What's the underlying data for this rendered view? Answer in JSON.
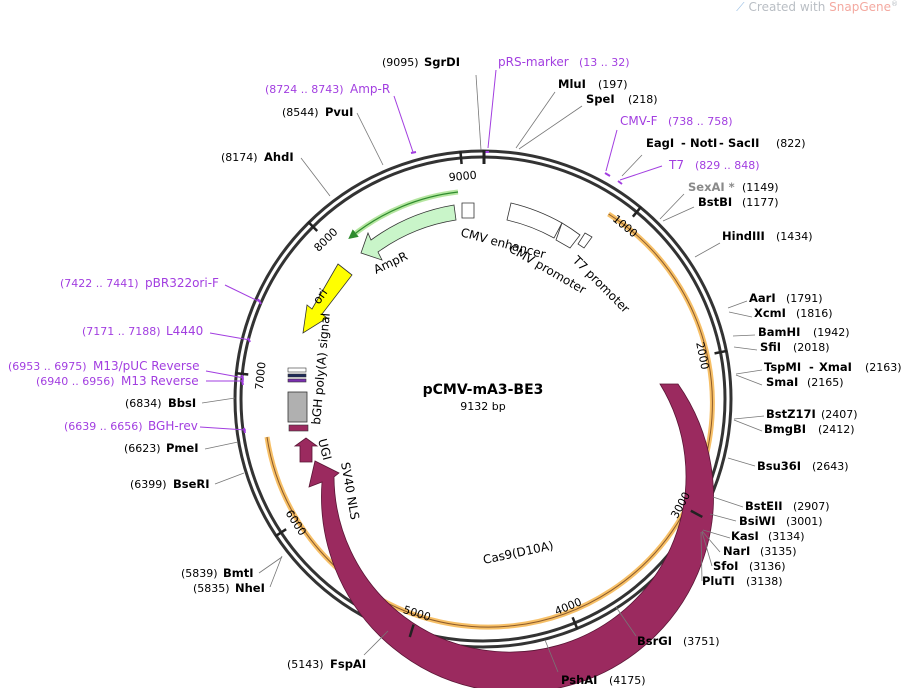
{
  "watermark": {
    "prefix": "Created with ",
    "brand": "SnapGene",
    "reg": "®"
  },
  "plasmid": {
    "name": "pCMV-mA3-BE3",
    "size_label": "9132 bp",
    "length": 9132
  },
  "ticks": [
    "1000",
    "2000",
    "3000",
    "4000",
    "5000",
    "6000",
    "7000",
    "8000",
    "9000"
  ],
  "sites": [
    {
      "name": "SgrDI",
      "pos": "(9095)"
    },
    {
      "name": "MluI",
      "pos": "(197)"
    },
    {
      "name": "SpeI",
      "pos": "(218)"
    },
    {
      "name": "EagI",
      "name2": "NotI",
      "name3": "SacII",
      "pos": "(822)"
    },
    {
      "name": "SexAI *",
      "pos": "(1149)"
    },
    {
      "name": "BstBI",
      "pos": "(1177)"
    },
    {
      "name": "HindIII",
      "pos": "(1434)"
    },
    {
      "name": "AarI",
      "pos": "(1791)"
    },
    {
      "name": "XcmI",
      "pos": "(1816)"
    },
    {
      "name": "BamHI",
      "pos": "(1942)"
    },
    {
      "name": "SfiI",
      "pos": "(2018)"
    },
    {
      "name": "TspMI",
      "name2": "XmaI",
      "pos": "(2163)"
    },
    {
      "name": "SmaI",
      "pos": "(2165)"
    },
    {
      "name": "BstZ17I",
      "pos": "(2407)"
    },
    {
      "name": "BmgBI",
      "pos": "(2412)"
    },
    {
      "name": "Bsu36I",
      "pos": "(2643)"
    },
    {
      "name": "BstEII",
      "pos": "(2907)"
    },
    {
      "name": "BsiWI",
      "pos": "(3001)"
    },
    {
      "name": "KasI",
      "pos": "(3134)"
    },
    {
      "name": "NarI",
      "pos": "(3135)"
    },
    {
      "name": "SfoI",
      "pos": "(3136)"
    },
    {
      "name": "PluTI",
      "pos": "(3138)"
    },
    {
      "name": "BsrGI",
      "pos": "(3751)"
    },
    {
      "name": "PshAI",
      "pos": "(4175)"
    },
    {
      "name": "FspAI",
      "pos": "(5143)"
    },
    {
      "name": "BmtI",
      "pos": "(5839)"
    },
    {
      "name": "NheI",
      "pos": "(5835)"
    },
    {
      "name": "BseRI",
      "pos": "(6399)"
    },
    {
      "name": "PmeI",
      "pos": "(6623)"
    },
    {
      "name": "BbsI",
      "pos": "(6834)"
    },
    {
      "name": "AhdI",
      "pos": "(8174)"
    },
    {
      "name": "PvuI",
      "pos": "(8544)"
    }
  ],
  "primers": [
    {
      "name": "pRS-marker",
      "pos": "(13 .. 32)"
    },
    {
      "name": "CMV-F",
      "pos": "(738 .. 758)"
    },
    {
      "name": "T7",
      "pos": "(829 .. 848)"
    },
    {
      "name": "Amp-R",
      "pos": "(8724 .. 8743)"
    },
    {
      "name": "pBR322ori-F",
      "pos": "(7422 .. 7441)"
    },
    {
      "name": "L4440",
      "pos": "(7171 .. 7188)"
    },
    {
      "name": "M13/pUC Reverse",
      "pos": "(6953 .. 6975)"
    },
    {
      "name": "M13 Reverse",
      "pos": "(6940 .. 6956)"
    },
    {
      "name": "BGH-rev",
      "pos": "(6639 .. 6656)"
    }
  ],
  "features": {
    "cmv_enhancer": "CMV enhancer",
    "cmv_promoter": "CMV promoter",
    "t7_promoter": "T7 promoter",
    "ampr": "AmpR",
    "ori": "ori",
    "bgh": "bGH poly(A) signal",
    "sv40": "SV40 NLS",
    "ugi": "UGI",
    "cas9": "Cas9(D10A)"
  },
  "colors": {
    "backbone": "#333333",
    "cas9": "#9b2a5f",
    "ampr": "#c9f5c9",
    "ori": "#ffff00",
    "orf_band": "#f5b041",
    "primer": "#a23ee0",
    "site_gray": "#8a8a8a"
  }
}
